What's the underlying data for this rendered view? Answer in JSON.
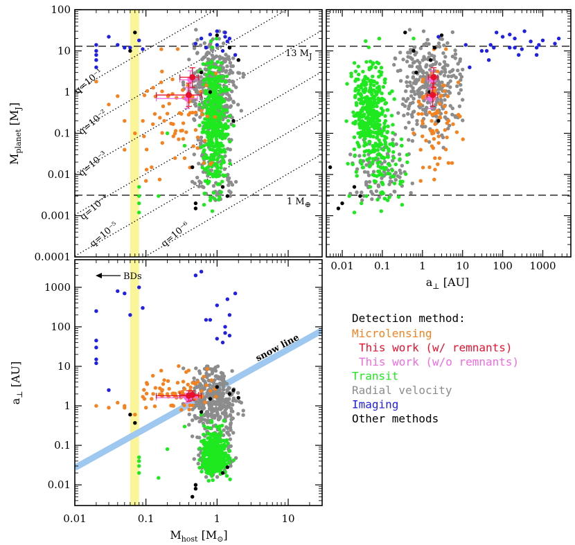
{
  "chart_data": {
    "type": "scatter",
    "title": "",
    "colors": {
      "microlensing": "#f5821f",
      "this_work_remnants": "#e8112d",
      "this_work_no_remnants": "#f06ce0",
      "transit": "#1ee81e",
      "radial_velocity": "#8c8c8c",
      "imaging": "#1f1fe6",
      "other": "#000000",
      "bd_band": "#fbf59a",
      "snow_line": "#9ec8f0"
    },
    "panels": {
      "mass_mass": {
        "xscale": "log",
        "yscale": "log",
        "xlim": [
          0.01,
          30
        ],
        "ylim": [
          0.0001,
          100
        ],
        "xlabel": "",
        "ylabel": "M_planet [M_J]",
        "y_ticks": [
          "100",
          "10",
          "1",
          "0.1",
          "0.01",
          "0.001",
          "0.0001"
        ],
        "hlines": [
          {
            "y": 13,
            "label": "13 M_J"
          },
          {
            "y": 0.00315,
            "label": "1 M_⊕"
          }
        ],
        "q_lines": [
          {
            "q": 0.1,
            "label": "q=10⁻¹"
          },
          {
            "q": 0.01,
            "label": "q=10⁻²"
          },
          {
            "q": 0.001,
            "label": "q=10⁻³"
          },
          {
            "q": 0.0001,
            "label": "q=10⁻⁴"
          },
          {
            "q": 1e-05,
            "label": "q=10⁻⁵"
          },
          {
            "q": 1e-06,
            "label": "q=10⁻⁶"
          }
        ],
        "bd_band": [
          0.06,
          0.08
        ]
      },
      "mass_sep": {
        "xscale": "log",
        "yscale": "log",
        "xlim": [
          0.004,
          5000
        ],
        "ylim": [
          0.0001,
          100
        ],
        "xlabel": "a⊥ [AU]",
        "x_ticks": [
          "0.01",
          "0.1",
          "1",
          "10",
          "100",
          "1000"
        ],
        "hlines": [
          {
            "y": 13
          },
          {
            "y": 0.00315
          }
        ]
      },
      "sep_host": {
        "xscale": "log",
        "yscale": "log",
        "xlim": [
          0.01,
          30
        ],
        "ylim": [
          0.003,
          5000
        ],
        "xlabel": "M_host [M_⊙]",
        "ylabel": "a⊥ [AU]",
        "x_ticks": [
          "0.01",
          "0.1",
          "1",
          "10"
        ],
        "y_ticks": [
          "1000",
          "100",
          "10",
          "1",
          "0.1",
          "0.01"
        ],
        "bd_label": "BDs",
        "snow_line": {
          "label": "snow line",
          "a_at_1Msun": 2.7
        },
        "bd_band": [
          0.06,
          0.08
        ]
      }
    },
    "this_work": [
      {
        "host": 0.4,
        "host_err": [
          0.26,
          0.2
        ],
        "mass": 0.85,
        "mass_err": [
          0.4,
          0.8
        ],
        "sep": 1.8,
        "sep_err": [
          0.5,
          0.6
        ],
        "remnants": true
      },
      {
        "host": 0.45,
        "host_err": [
          0.15,
          0.1
        ],
        "mass": 2.3,
        "mass_err": [
          1.0,
          1.6
        ],
        "sep": 1.9,
        "sep_err": [
          0.5,
          0.5
        ],
        "remnants": true
      },
      {
        "host": 0.38,
        "host_err": [
          0.24,
          0.15
        ],
        "mass": 0.7,
        "mass_err": [
          0.3,
          0.6
        ],
        "sep": 1.6,
        "sep_err": [
          0.4,
          0.5
        ],
        "remnants": false
      },
      {
        "host": 0.42,
        "host_err": [
          0.12,
          0.1
        ],
        "mass": 2.0,
        "mass_err": [
          0.8,
          1.3
        ],
        "sep": 1.75,
        "sep_err": [
          0.4,
          0.4
        ],
        "remnants": false
      }
    ],
    "series": [
      {
        "name": "Imaging",
        "points": [
          [
            0.02,
            14,
            12
          ],
          [
            0.02,
            10,
            30
          ],
          [
            0.02,
            8,
            250
          ],
          [
            0.02,
            6,
            45
          ],
          [
            0.02,
            4,
            15
          ],
          [
            0.03,
            22,
            2.5
          ],
          [
            0.04,
            14,
            800
          ],
          [
            0.05,
            12,
            700
          ],
          [
            0.06,
            12,
            200
          ],
          [
            0.08,
            18,
            1000
          ],
          [
            0.09,
            11,
            300
          ],
          [
            0.5,
            15,
            2000
          ],
          [
            0.6,
            20,
            2500
          ],
          [
            0.7,
            12,
            150
          ],
          [
            0.8,
            25,
            150
          ],
          [
            1.0,
            30,
            350
          ],
          [
            1.0,
            14,
            50
          ],
          [
            1.2,
            10,
            40
          ],
          [
            1.3,
            22,
            100
          ],
          [
            1.5,
            20,
            200
          ],
          [
            1.5,
            12,
            60
          ],
          [
            1.8,
            8,
            700
          ],
          [
            1.3,
            28,
            70
          ],
          [
            1.4,
            17,
            500
          ]
        ]
      },
      {
        "name": "Other methods",
        "points": [
          [
            0.07,
            28,
            0.37
          ],
          [
            0.06,
            10,
            0.6
          ],
          [
            0.5,
            0.002,
            0.01
          ],
          [
            0.5,
            0.0015,
            0.008
          ],
          [
            0.45,
            0.015,
            0.005
          ],
          [
            1.0,
            24,
            3
          ],
          [
            1.5,
            12,
            2
          ],
          [
            2.0,
            6,
            1.6
          ],
          [
            1.7,
            0.2,
            2.5
          ],
          [
            0.8,
            1,
            1.5
          ],
          [
            1.2,
            0.005,
            0.02
          ],
          [
            1.4,
            0.003,
            0.028
          ],
          [
            0.6,
            3,
            0.7
          ]
        ]
      }
    ]
  },
  "legend": {
    "title": "Detection method:",
    "items": [
      {
        "label": "Microlensing",
        "color": "#f5821f",
        "indent": 0
      },
      {
        "label": "This work (w/ remnants)",
        "color": "#e8112d",
        "indent": 1
      },
      {
        "label": "This work (w/o remnants)",
        "color": "#f06ce0",
        "indent": 1
      },
      {
        "label": "Transit",
        "color": "#1ee81e",
        "indent": 0
      },
      {
        "label": "Radial velocity",
        "color": "#8c8c8c",
        "indent": 0
      },
      {
        "label": "Imaging",
        "color": "#1f1fe6",
        "indent": 0
      },
      {
        "label": "Other methods",
        "color": "#000000",
        "indent": 0
      }
    ]
  }
}
